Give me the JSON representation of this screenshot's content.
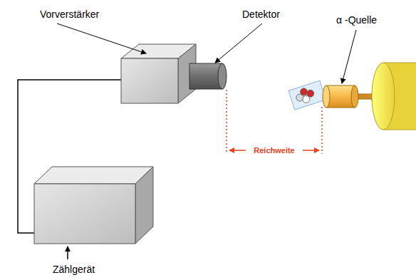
{
  "diagram": {
    "labels": [
      "Vorverstärker",
      "Detektor",
      "α -Quelle",
      "Reichweite",
      "Zählgerät"
    ]
  }
}
